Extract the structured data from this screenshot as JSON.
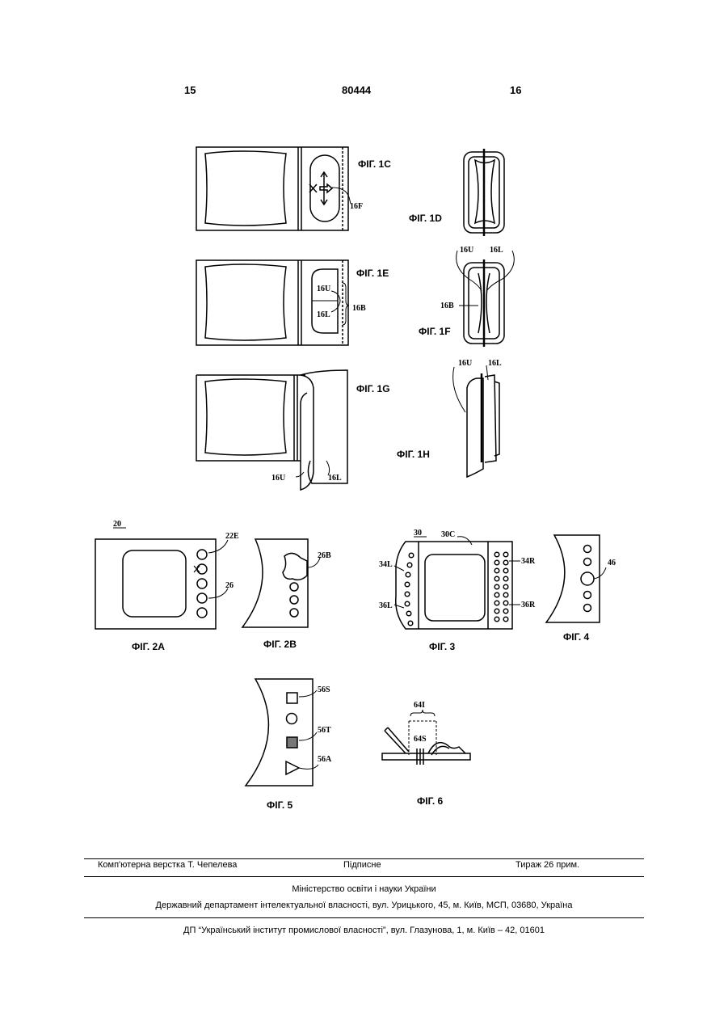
{
  "header": {
    "left_page": "15",
    "patent_number": "80444",
    "right_page": "16"
  },
  "figures": {
    "fig_1c": {
      "label": "ФІГ. 1С",
      "refs": [
        "16F"
      ]
    },
    "fig_1d": {
      "label": "ФІГ. 1D"
    },
    "fig_1e": {
      "label": "ФІГ. 1Е",
      "refs": [
        "16U",
        "16L",
        "16B"
      ]
    },
    "fig_1f": {
      "label": "ФІГ. 1F",
      "refs": [
        "16U",
        "16L",
        "16B"
      ]
    },
    "fig_1g": {
      "label": "ФІГ. 1G",
      "refs": [
        "16U",
        "16L"
      ]
    },
    "fig_1h": {
      "label": "ФІГ. 1Н",
      "refs": [
        "16U",
        "16L"
      ]
    },
    "fig_2a": {
      "label": "ФІГ. 2А",
      "refs": [
        "20",
        "22E",
        "26"
      ]
    },
    "fig_2b": {
      "label": "ФІГ. 2В",
      "refs": [
        "26B"
      ]
    },
    "fig_3": {
      "label": "ФІГ. 3",
      "refs": [
        "30",
        "30C",
        "34L",
        "36L",
        "34R",
        "36R"
      ]
    },
    "fig_4": {
      "label": "ФІГ. 4",
      "refs": [
        "46"
      ]
    },
    "fig_5": {
      "label": "ФІГ. 5",
      "refs": [
        "56S",
        "56T",
        "56A"
      ]
    },
    "fig_6": {
      "label": "ФІГ. 6",
      "refs": [
        "64I",
        "64S"
      ]
    }
  },
  "footer": {
    "layout_credit": "Комп'ютерна верстка Т. Чепелева",
    "signed": "Підписне",
    "circulation": "Тираж 26 прим.",
    "ministry": "Міністерство освіти і науки України",
    "department": "Державний департамент інтелектуальної власності, вул. Урицького, 45, м. Київ, МСП, 03680, Україна",
    "institute": "ДП “Український інститут промислової власності”, вул. Глазунова, 1, м. Київ – 42, 01601"
  }
}
